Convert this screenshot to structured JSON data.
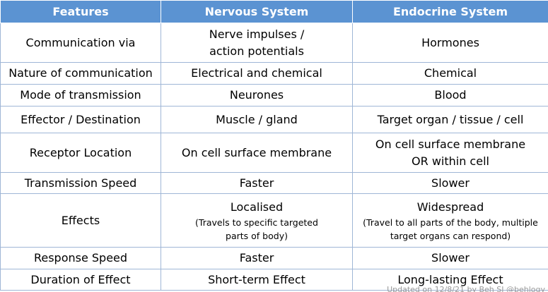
{
  "table": {
    "headers": [
      "Features",
      "Nervous System",
      "Endocrine System"
    ],
    "rows": [
      {
        "feature": "Communication via",
        "nervous": "Nerve impulses / action potentials",
        "endocrine": "Hormones"
      },
      {
        "feature": "Nature of communication",
        "nervous": "Electrical and chemical",
        "endocrine": "Chemical"
      },
      {
        "feature": "Mode of transmission",
        "nervous": "Neurones",
        "endocrine": "Blood"
      },
      {
        "feature": "Effector / Destination",
        "nervous": "Muscle / gland",
        "endocrine": "Target organ / tissue / cell"
      },
      {
        "feature": "Receptor Location",
        "nervous": "On cell surface membrane",
        "endocrine": "On cell surface membrane OR within cell"
      },
      {
        "feature": "Transmission Speed",
        "nervous": "Faster",
        "endocrine": "Slower"
      },
      {
        "feature": "Effects",
        "nervous": "Localised",
        "nervous_note": "(Travels to specific targeted parts of body)",
        "endocrine": "Widespread",
        "endocrine_note": "(Travel to all parts of the body, multiple target organs can respond)"
      },
      {
        "feature": "Response Speed",
        "nervous": "Faster",
        "endocrine": "Slower"
      },
      {
        "feature": "Duration of Effect",
        "nervous": "Short-term Effect",
        "endocrine": "Long-lasting Effect"
      }
    ]
  },
  "credit": "Updated on 12/8/21 by Beh SJ @behlogy"
}
